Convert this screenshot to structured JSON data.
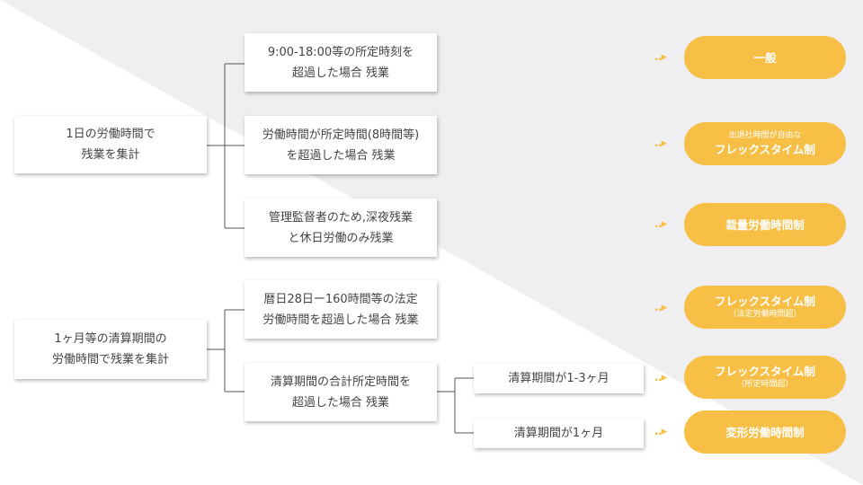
{
  "colors": {
    "accent": "#F8BF46",
    "background_shade": "#efeff1",
    "line": "#555555"
  },
  "roots": {
    "daily": {
      "line1": "1日の労働時間で",
      "line2": "残業を集計"
    },
    "period": {
      "line1": "1ヶ月等の清算期間の",
      "line2": "労働時間で残業を集計"
    }
  },
  "conditions": {
    "c1": {
      "line1": "9:00-18:00等の所定時刻を",
      "line2": "超過した場合 残業"
    },
    "c2": {
      "line1": "労働時間が所定時間(8時間等)",
      "line2": "を超過した場合 残業"
    },
    "c3": {
      "line1": "管理監督者のため,深夜残業",
      "line2": "と休日労働のみ残業"
    },
    "c4": {
      "line1": "暦日28日ー160時間等の法定",
      "line2": "労働時間を超過した場合 残業"
    },
    "c5": {
      "line1": "清算期間の合計所定時間を",
      "line2": "超過した場合 残業"
    }
  },
  "sub_conditions": {
    "s1": "清算期間が1-3ヶ月",
    "s2": "清算期間が1ヶ月"
  },
  "arrow_glyph": "‥▸",
  "results": {
    "r1": {
      "main": "一般"
    },
    "r2": {
      "sub": "出退社時間が自由な",
      "main": "フレックスタイム制"
    },
    "r3": {
      "main": "裁量労働時間制"
    },
    "r4": {
      "main": "フレックスタイム制",
      "sub": "（法定労働時間超）"
    },
    "r5": {
      "main": "フレックスタイム制",
      "sub": "（所定時間超）"
    },
    "r6": {
      "main": "変形労働時間制"
    }
  }
}
